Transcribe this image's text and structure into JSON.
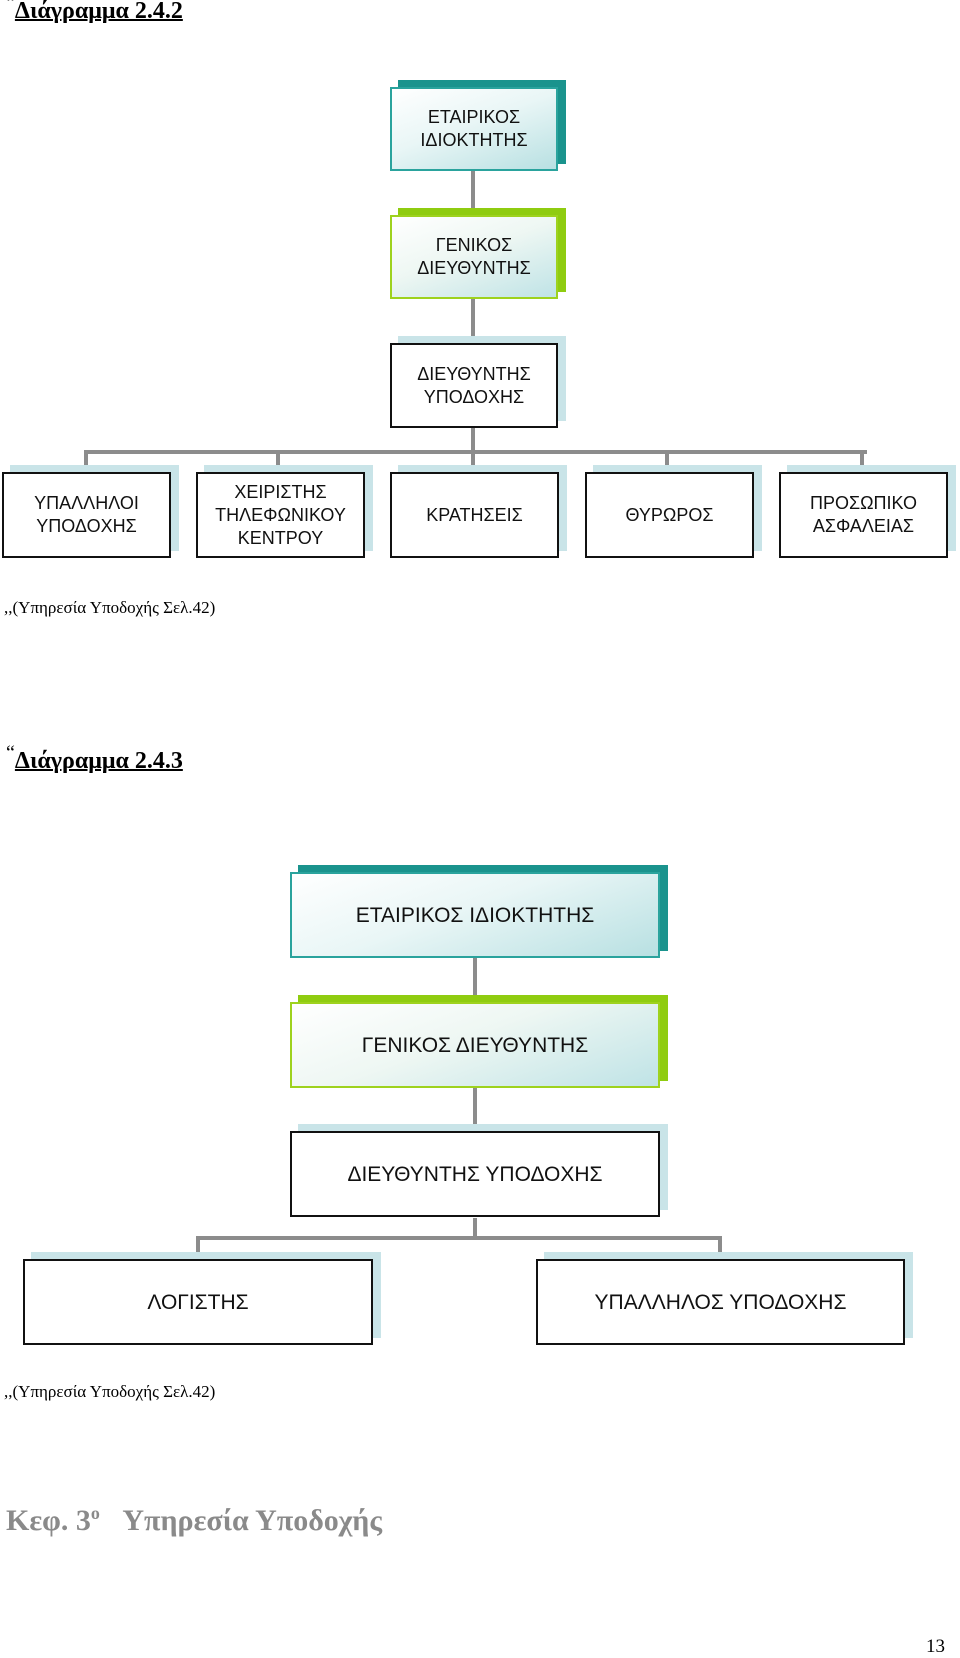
{
  "diagram1": {
    "heading_quote": "“",
    "heading": "Διάγραμμα 2.4.2",
    "nodes": {
      "owner": "ΕΤΑΙΡΙΚΟΣ\nΙΔΙΟΚΤΗΤΗΣ",
      "general_manager": "ΓΕΝΙΚΟΣ\nΔΙΕΥΘΥΝΤΗΣ",
      "reception_manager": "ΔΙΕΥΘΥΝΤΗΣ\nΥΠΟΔΟΧΗΣ",
      "reception_staff": "ΥΠΑΛΛΗΛΟΙ\nΥΠΟΔΟΧΗΣ",
      "switchboard_operator": "ΧΕΙΡΙΣΤΗΣ\nΤΗΛΕΦΩΝΙΚΟΥ\nΚΕΝΤΡΟΥ",
      "reservations": "ΚΡΑΤΗΣΕΙΣ",
      "doorman": "ΘΥΡΩΡΟΣ",
      "security_staff": "ΠΡΟΣΩΠΙΚΟ\nΑΣΦΑΛΕΙΑΣ"
    },
    "source_quote": ",,",
    "source": "(Υπηρεσία Υποδοχής Σελ.42)"
  },
  "diagram2": {
    "heading_quote": "“",
    "heading": "Διάγραμμα 2.4.3",
    "nodes": {
      "owner": "ΕΤΑΙΡΙΚΟΣ ΙΔΙΟΚΤΗΤΗΣ",
      "general_manager": "ΓΕΝΙΚΟΣ ΔΙΕΥΘΥΝΤΗΣ",
      "reception_manager": "ΔΙΕΥΘΥΝΤΗΣ ΥΠΟΔΟΧΗΣ",
      "accountant": "ΛΟΓΙΣΤΗΣ",
      "reception_clerk": "ΥΠΑΛΛΗΛΟΣ ΥΠΟΔΟΧΗΣ"
    },
    "source_quote": ",,",
    "source": "(Υπηρεσία Υποδοχής  Σελ.42)"
  },
  "footer": {
    "chapter_prefix": "Κεφ. 3",
    "chapter_sup": "ο",
    "chapter_title": "Υπηρεσία Υποδοχής",
    "page_number": "13"
  },
  "colors": {
    "teal": "#2aa39d",
    "green": "#9ed21e",
    "connector": "#8c8c8c",
    "footer_grey": "#8a8a8a"
  }
}
